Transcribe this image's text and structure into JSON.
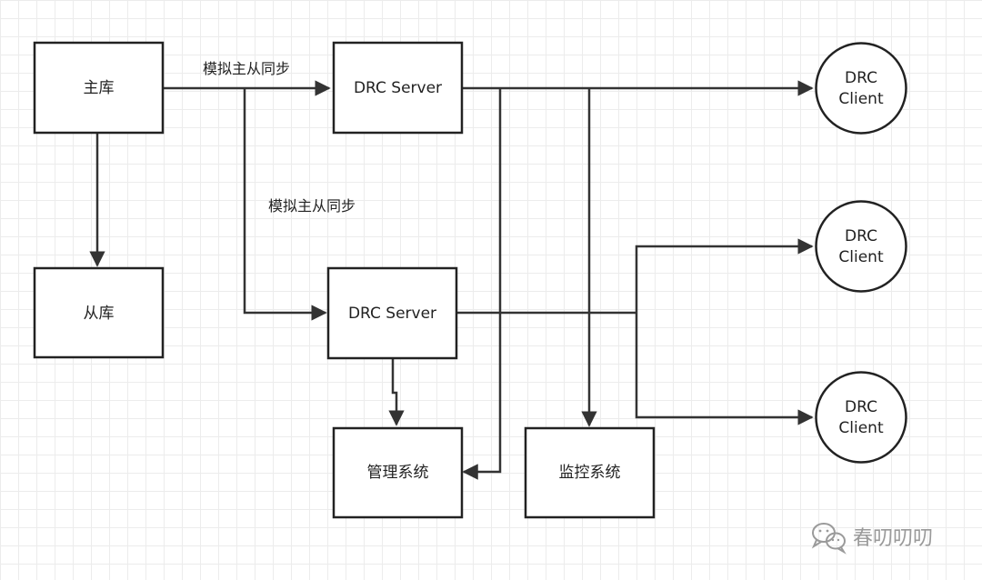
{
  "nodes": {
    "master_db": "主库",
    "slave_db": "从库",
    "drc_server_1": "DRC Server",
    "drc_server_2": "DRC Server",
    "drc_client_1": [
      "DRC",
      "Client"
    ],
    "drc_client_2": [
      "DRC",
      "Client"
    ],
    "drc_client_3": [
      "DRC",
      "Client"
    ],
    "management_system": "管理系统",
    "monitoring_system": "监控系统"
  },
  "edge_labels": {
    "sync_1": "模拟主从同步",
    "sync_2": "模拟主从同步"
  },
  "watermark": {
    "icon": "wechat-icon",
    "text": "春叨叨叨"
  },
  "colors": {
    "line": "#333333",
    "box_stroke": "#222222",
    "watermark": "#9a9a9a"
  }
}
